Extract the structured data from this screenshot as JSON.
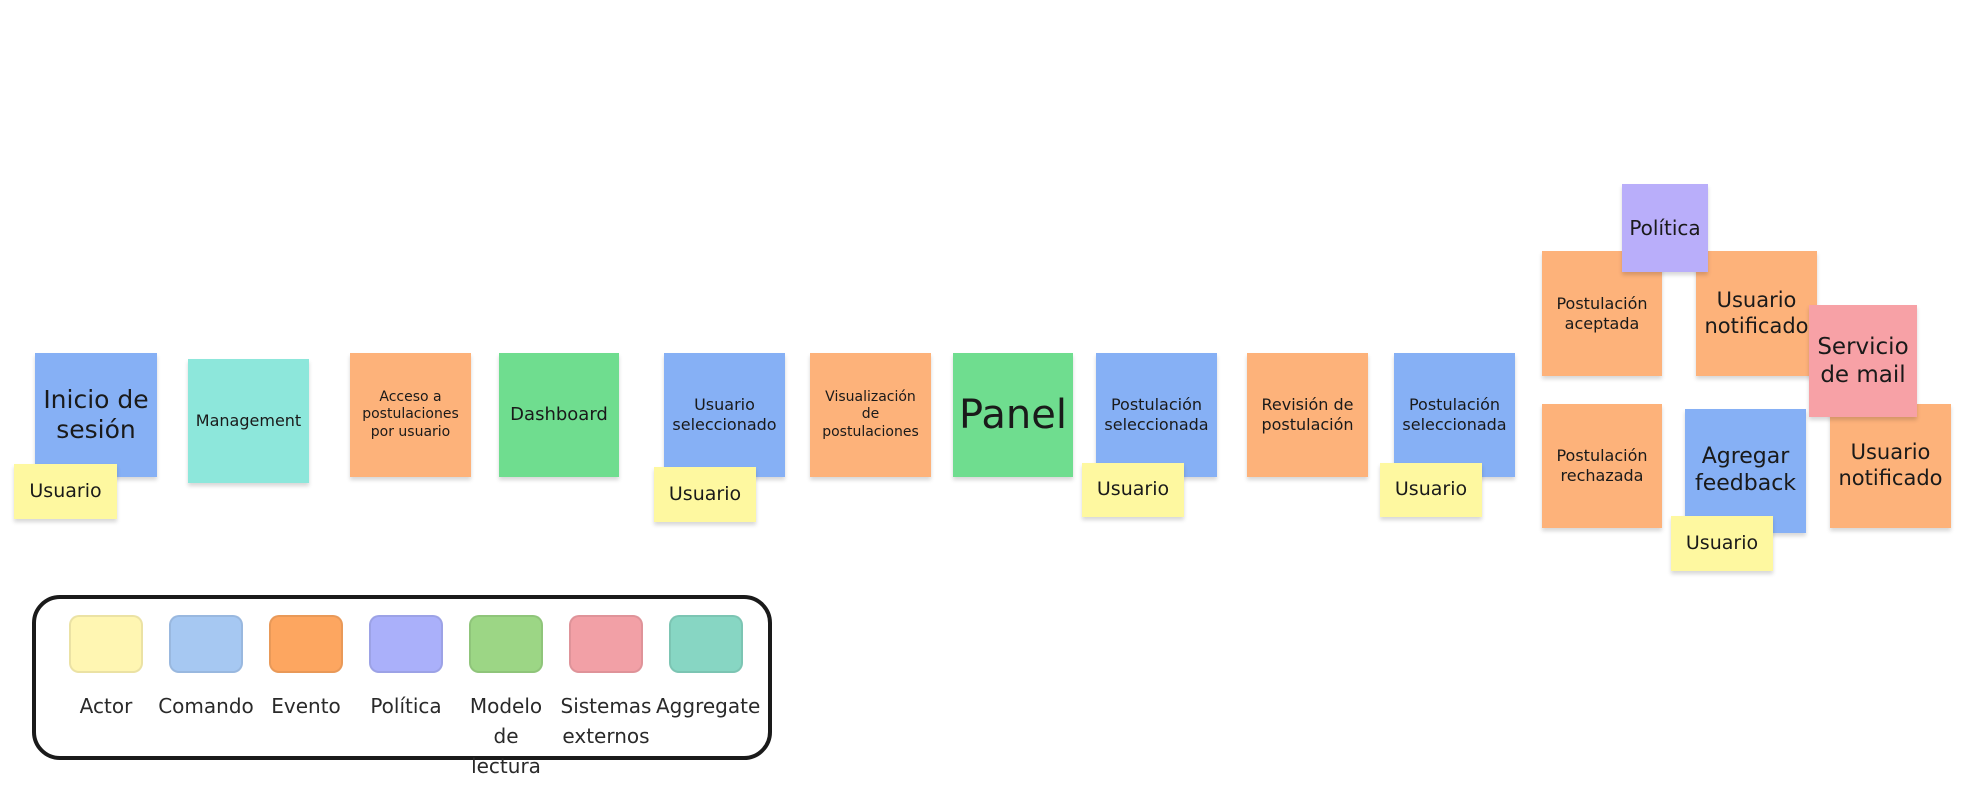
{
  "colors": {
    "actor": "#fef8a0",
    "command": "#86b0f5",
    "event": "#fdb27a",
    "policy": "#b9aefa",
    "read_model": "#6fdd8f",
    "external": "#f7a1a6",
    "aggregate": "#8de7db"
  },
  "legend_colors": {
    "actor": "#fff6b2",
    "command": "#a6c8f2",
    "event": "#fda660",
    "policy": "#aab0fa",
    "read_model": "#9cd685",
    "external": "#f2a0a6",
    "aggregate": "#87d6c3"
  },
  "notes": [
    {
      "text": "Inicio de sesión",
      "type": "command"
    },
    {
      "text": "Usuario",
      "type": "actor"
    },
    {
      "text": "Management",
      "type": "aggregate"
    },
    {
      "text": "Acceso a postulaciones por usuario",
      "type": "event"
    },
    {
      "text": "Dashboard",
      "type": "read_model"
    },
    {
      "text": "Usuario seleccionado",
      "type": "command"
    },
    {
      "text": "Usuario",
      "type": "actor"
    },
    {
      "text": "Visualización de postulaciones",
      "type": "event"
    },
    {
      "text": "Panel",
      "type": "read_model"
    },
    {
      "text": "Postulación seleccionada",
      "type": "command"
    },
    {
      "text": "Usuario",
      "type": "actor"
    },
    {
      "text": "Revisión de postulación",
      "type": "event"
    },
    {
      "text": "Postulación seleccionada",
      "type": "command"
    },
    {
      "text": "Usuario",
      "type": "actor"
    },
    {
      "text": "Postulación aceptada",
      "type": "event"
    },
    {
      "text": "Política",
      "type": "policy"
    },
    {
      "text": "Usuario notificado",
      "type": "event"
    },
    {
      "text": "Postulación rechazada",
      "type": "event"
    },
    {
      "text": "Agregar feedback",
      "type": "command"
    },
    {
      "text": "Usuario",
      "type": "actor"
    },
    {
      "text": "Usuario notificado",
      "type": "event"
    },
    {
      "text": "Servicio de mail",
      "type": "external"
    }
  ],
  "legend": [
    {
      "label": "Actor",
      "type": "actor"
    },
    {
      "label": "Comando",
      "type": "command"
    },
    {
      "label": "Evento",
      "type": "event"
    },
    {
      "label": "Política",
      "type": "policy"
    },
    {
      "label": "Modelo\nde lectura",
      "type": "read_model"
    },
    {
      "label": "Sistemas\nexternos",
      "type": "external"
    },
    {
      "label": "Aggregate",
      "type": "aggregate"
    }
  ]
}
